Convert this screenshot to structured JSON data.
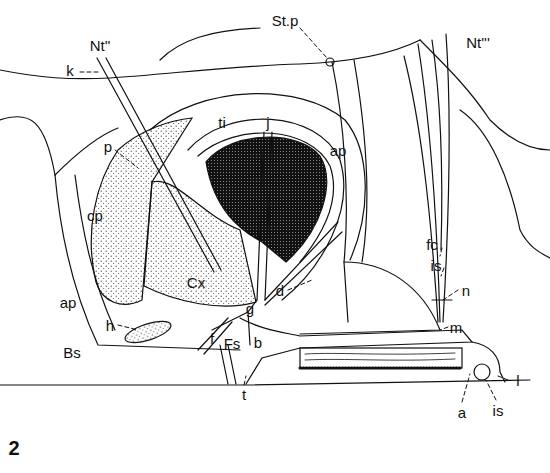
{
  "diagram": {
    "labels": [
      "Nt''",
      "k",
      "St.p",
      "Nt'''",
      "ti",
      "j",
      "p",
      "ap",
      "cp",
      "fc",
      "is",
      "Cx",
      "d",
      "n",
      "g",
      "m",
      "ap",
      "h",
      "f",
      "Fs",
      "b",
      "Bs",
      "l",
      "t",
      "a",
      "is",
      "2"
    ]
  }
}
